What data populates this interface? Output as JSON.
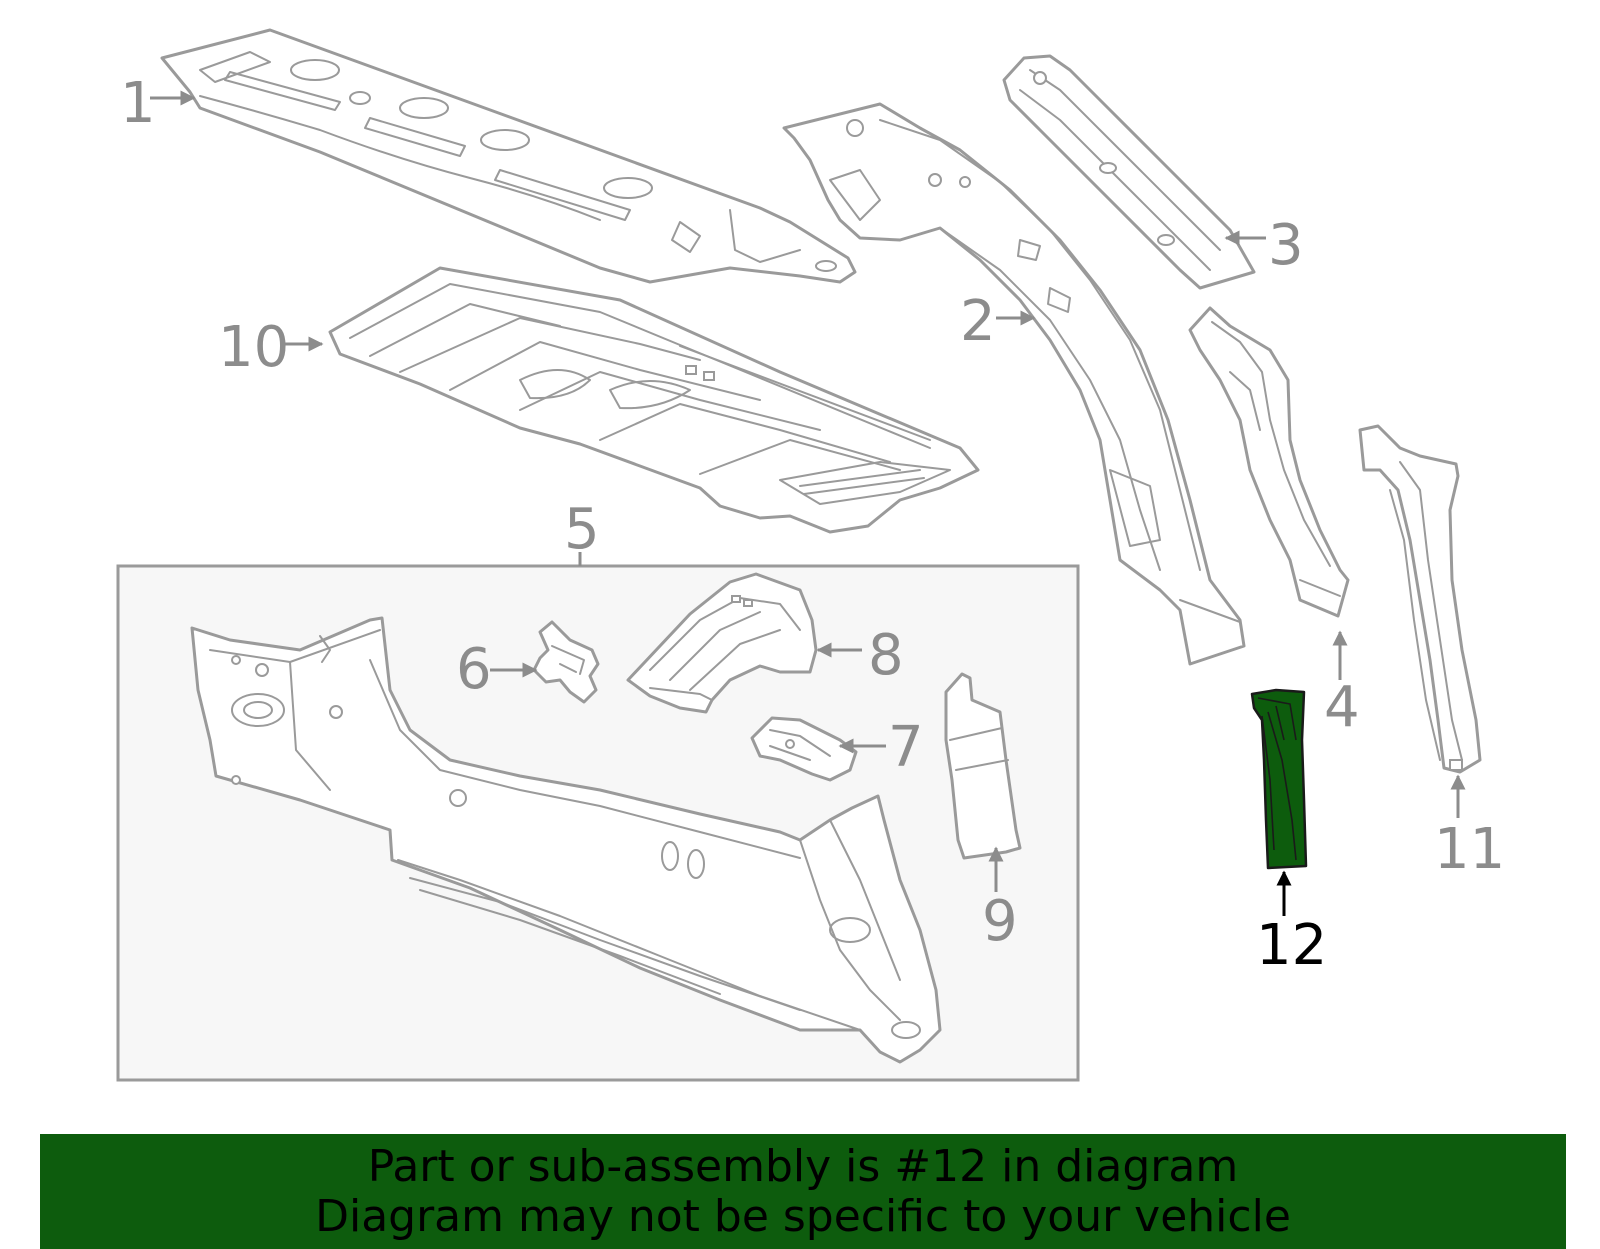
{
  "diagram": {
    "callouts": {
      "c1": "1",
      "c2": "2",
      "c3": "3",
      "c4": "4",
      "c5": "5",
      "c6": "6",
      "c7": "7",
      "c8": "8",
      "c9": "9",
      "c10": "10",
      "c11": "11",
      "c12": "12"
    },
    "highlighted_part": "12",
    "colors": {
      "line_art": "#9a9a9a",
      "highlight_fill": "#0d5c0d",
      "highlight_callout": "#000000",
      "group_box_fill": "#f7f7f7"
    }
  },
  "banner": {
    "line1": "Part or sub-assembly is #12 in diagram",
    "line2": "Diagram may not be specific to your vehicle",
    "background": "#0d5c0d"
  }
}
